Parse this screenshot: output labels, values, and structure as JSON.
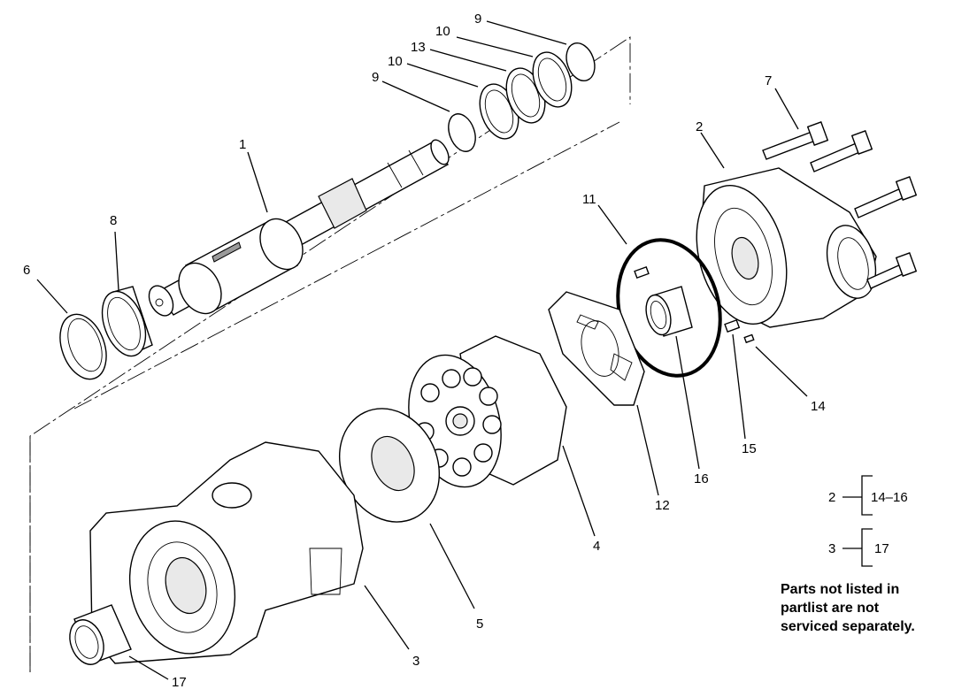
{
  "callouts": {
    "c1": "1",
    "c2": "2",
    "c3": "3",
    "c4": "4",
    "c5": "5",
    "c6": "6",
    "c7": "7",
    "c8": "8",
    "c9a": "9",
    "c9b": "9",
    "c10a": "10",
    "c10b": "10",
    "c11": "11",
    "c12": "12",
    "c13": "13",
    "c14": "14",
    "c15": "15",
    "c16": "16",
    "c17": "17"
  },
  "kits": [
    {
      "assembly": "2",
      "contents": "14–16"
    },
    {
      "assembly": "3",
      "contents": "17"
    }
  ],
  "note": {
    "line1": "Parts not listed in",
    "line2": "partlist are not",
    "line3": "serviced separately."
  }
}
